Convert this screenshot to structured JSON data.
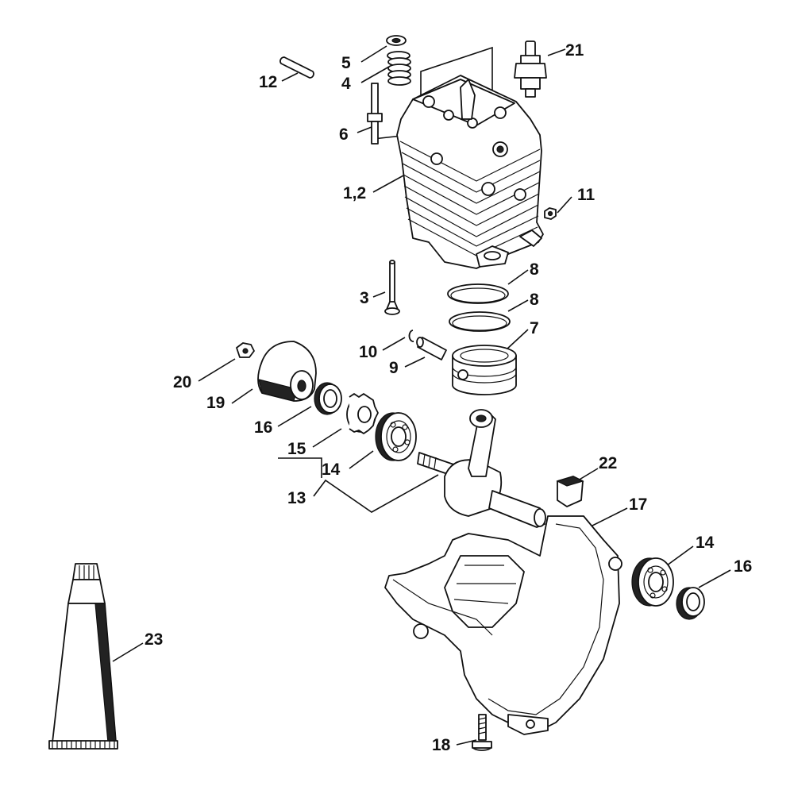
{
  "callouts": [
    {
      "id": "c1_2",
      "text": "1,2"
    },
    {
      "id": "c3",
      "text": "3"
    },
    {
      "id": "c4",
      "text": "4"
    },
    {
      "id": "c5",
      "text": "5"
    },
    {
      "id": "c6",
      "text": "6"
    },
    {
      "id": "c7",
      "text": "7"
    },
    {
      "id": "c8a",
      "text": "8"
    },
    {
      "id": "c8b",
      "text": "8"
    },
    {
      "id": "c9",
      "text": "9"
    },
    {
      "id": "c10",
      "text": "10"
    },
    {
      "id": "c11",
      "text": "11"
    },
    {
      "id": "c12",
      "text": "12"
    },
    {
      "id": "c13",
      "text": "13"
    },
    {
      "id": "c14a",
      "text": "14"
    },
    {
      "id": "c14b",
      "text": "14"
    },
    {
      "id": "c15",
      "text": "15"
    },
    {
      "id": "c16a",
      "text": "16"
    },
    {
      "id": "c16b",
      "text": "16"
    },
    {
      "id": "c17",
      "text": "17"
    },
    {
      "id": "c18",
      "text": "18"
    },
    {
      "id": "c19",
      "text": "19"
    },
    {
      "id": "c20",
      "text": "20"
    },
    {
      "id": "c21",
      "text": "21"
    },
    {
      "id": "c22",
      "text": "22"
    },
    {
      "id": "c23",
      "text": "23"
    }
  ]
}
